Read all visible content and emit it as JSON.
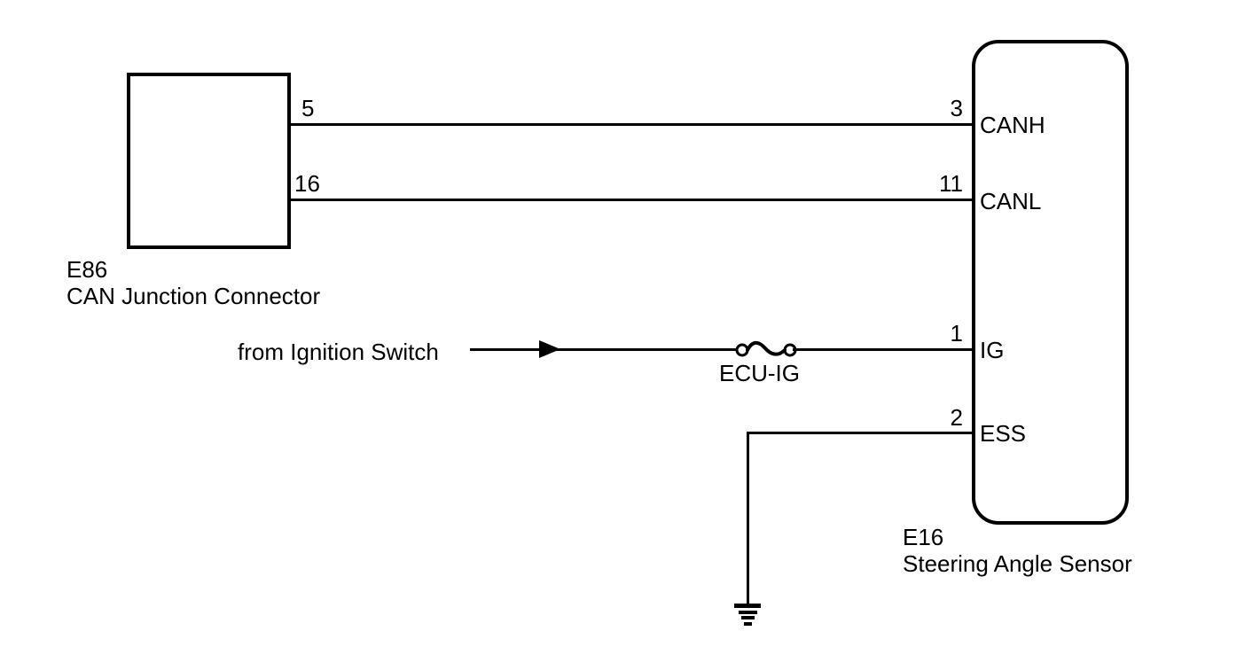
{
  "diagram": {
    "background": "#ffffff",
    "line_color": "#000000",
    "e86": {
      "id": "E86",
      "name": "CAN Junction Connector",
      "canh_pin": "5",
      "canl_pin": "16"
    },
    "e16": {
      "id": "E16",
      "name": "Steering Angle Sensor",
      "canh_pin": "3",
      "canh_label": "CANH",
      "canl_pin": "11",
      "canl_label": "CANL",
      "ig_pin": "1",
      "ig_label": "IG",
      "ess_pin": "2",
      "ess_label": "ESS"
    },
    "ignition_source": "from Ignition Switch",
    "fuse_label": "ECU-IG",
    "icons": {
      "fuse": "fuse-symbol",
      "ground": "chassis-ground-symbol",
      "arrow": "flow-arrow"
    }
  }
}
